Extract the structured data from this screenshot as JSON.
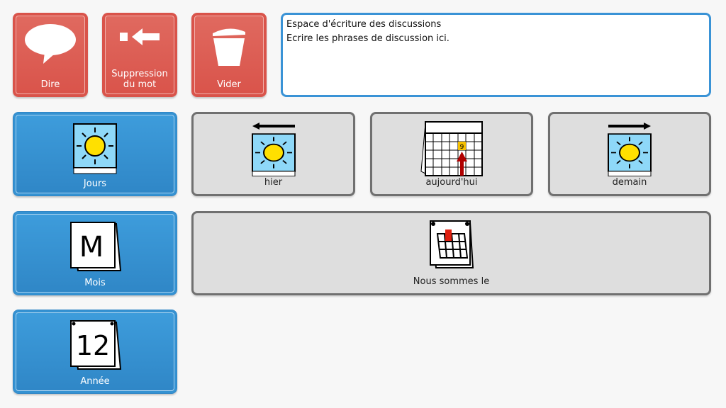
{
  "toolbar": {
    "say_label": "Dire",
    "delete_word_label": "Suppression du mot",
    "clear_label": "Vider"
  },
  "speech": {
    "title": "Espace d'écriture des discussions",
    "placeholder": "Ecrire les phrases de discussion ici."
  },
  "categories": [
    {
      "label": "Jours"
    },
    {
      "label": "Mois"
    },
    {
      "label": "Année"
    }
  ],
  "cells": {
    "yesterday": "hier",
    "today": "aujourd'hui",
    "tomorrow": "demain",
    "today_is": "Nous sommes le"
  },
  "icons": {
    "month_letter": "M",
    "year_number": "12",
    "today_date": "9"
  },
  "colors": {
    "red": "#d9534a",
    "blue": "#2f86c6",
    "grey": "#dedede"
  }
}
